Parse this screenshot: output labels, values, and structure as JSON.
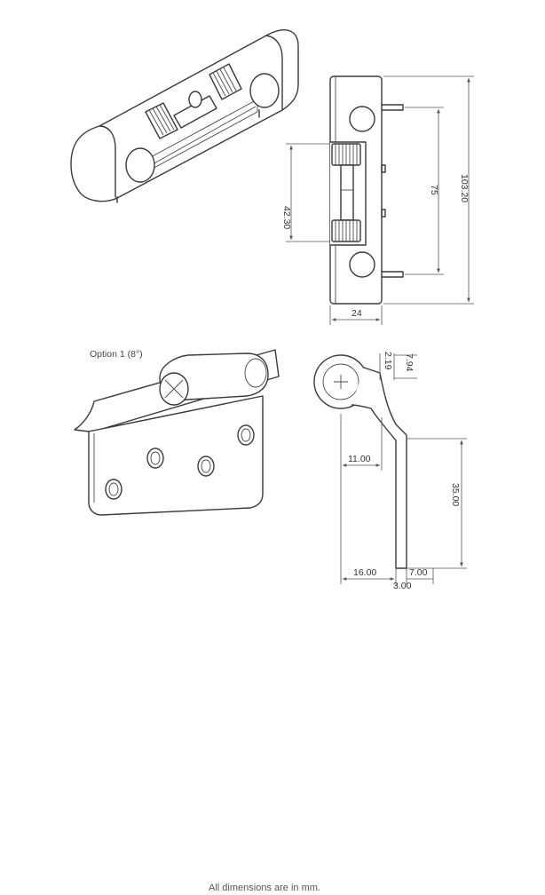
{
  "diagram": {
    "side_view": {
      "dim_width": "24",
      "dim_height_total": "103.20",
      "dim_pin_spacing": "75",
      "dim_inner_span": "42.30"
    },
    "option_view": {
      "option_label": "Option 1 (8°)",
      "dim_barrel_wall": "2.19",
      "dim_barrel_inner": "7.94",
      "dim_offset": "11.00",
      "dim_leaf_height": "35.00",
      "dim_base_width": "16.00",
      "dim_leaf_thickness": "7.00",
      "dim_gap": "3.00"
    },
    "footer_note": "All dimensions are in mm."
  }
}
